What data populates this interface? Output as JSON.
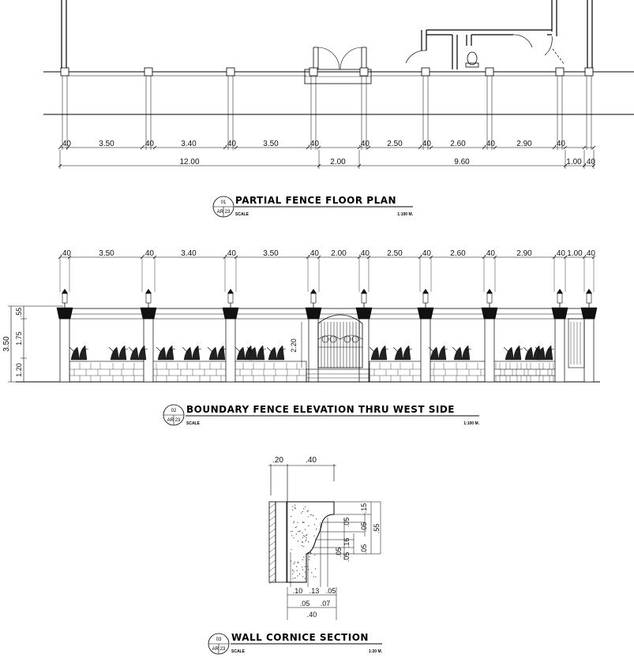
{
  "floor_plan": {
    "title": "PARTIAL FENCE FLOOR PLAN",
    "scale_label": "SCALE",
    "scale_value": "1:100 M.",
    "detail_number": "01",
    "sheet": "AR 23",
    "dims_top": [
      ".40",
      "3.50",
      ".40",
      "3.40",
      ".40",
      "3.50",
      ".40",
      ".40",
      "2.50",
      ".40",
      "2.60",
      ".40",
      "2.90",
      ".40"
    ],
    "dims_bottom": [
      "12.00",
      "2.00",
      "9.60",
      "1.00",
      ".40"
    ]
  },
  "elevation": {
    "title": "BOUNDARY FENCE ELEVATION THRU WEST SIDE",
    "scale_label": "SCALE",
    "scale_value": "1:100 M.",
    "detail_number": "02",
    "sheet": "AR 23",
    "dims_top": [
      ".40",
      "3.50",
      ".40",
      "3.40",
      ".40",
      "3.50",
      ".40",
      "2.00",
      ".40",
      "2.50",
      ".40",
      "2.60",
      ".40",
      "2.90",
      ".40",
      "1.00",
      ".40"
    ],
    "vertical_total": "3.50",
    "vertical_parts": [
      ".55",
      "1.75",
      "1.20"
    ],
    "gate_height": "2.20"
  },
  "cornice": {
    "title": "WALL CORNICE SECTION",
    "scale_label": "SCALE",
    "scale_value": "1:20 M.",
    "detail_number": "03",
    "sheet": "AR 23",
    "dims_top": [
      ".20",
      ".40"
    ],
    "dims_right": [
      ".15",
      ".05",
      ".05",
      ".16",
      ".05",
      ".05",
      ".05",
      ".55"
    ],
    "dims_bottom": [
      ".10",
      ".13",
      ".05",
      ".05",
      ".07"
    ],
    "dims_total": ".40"
  }
}
